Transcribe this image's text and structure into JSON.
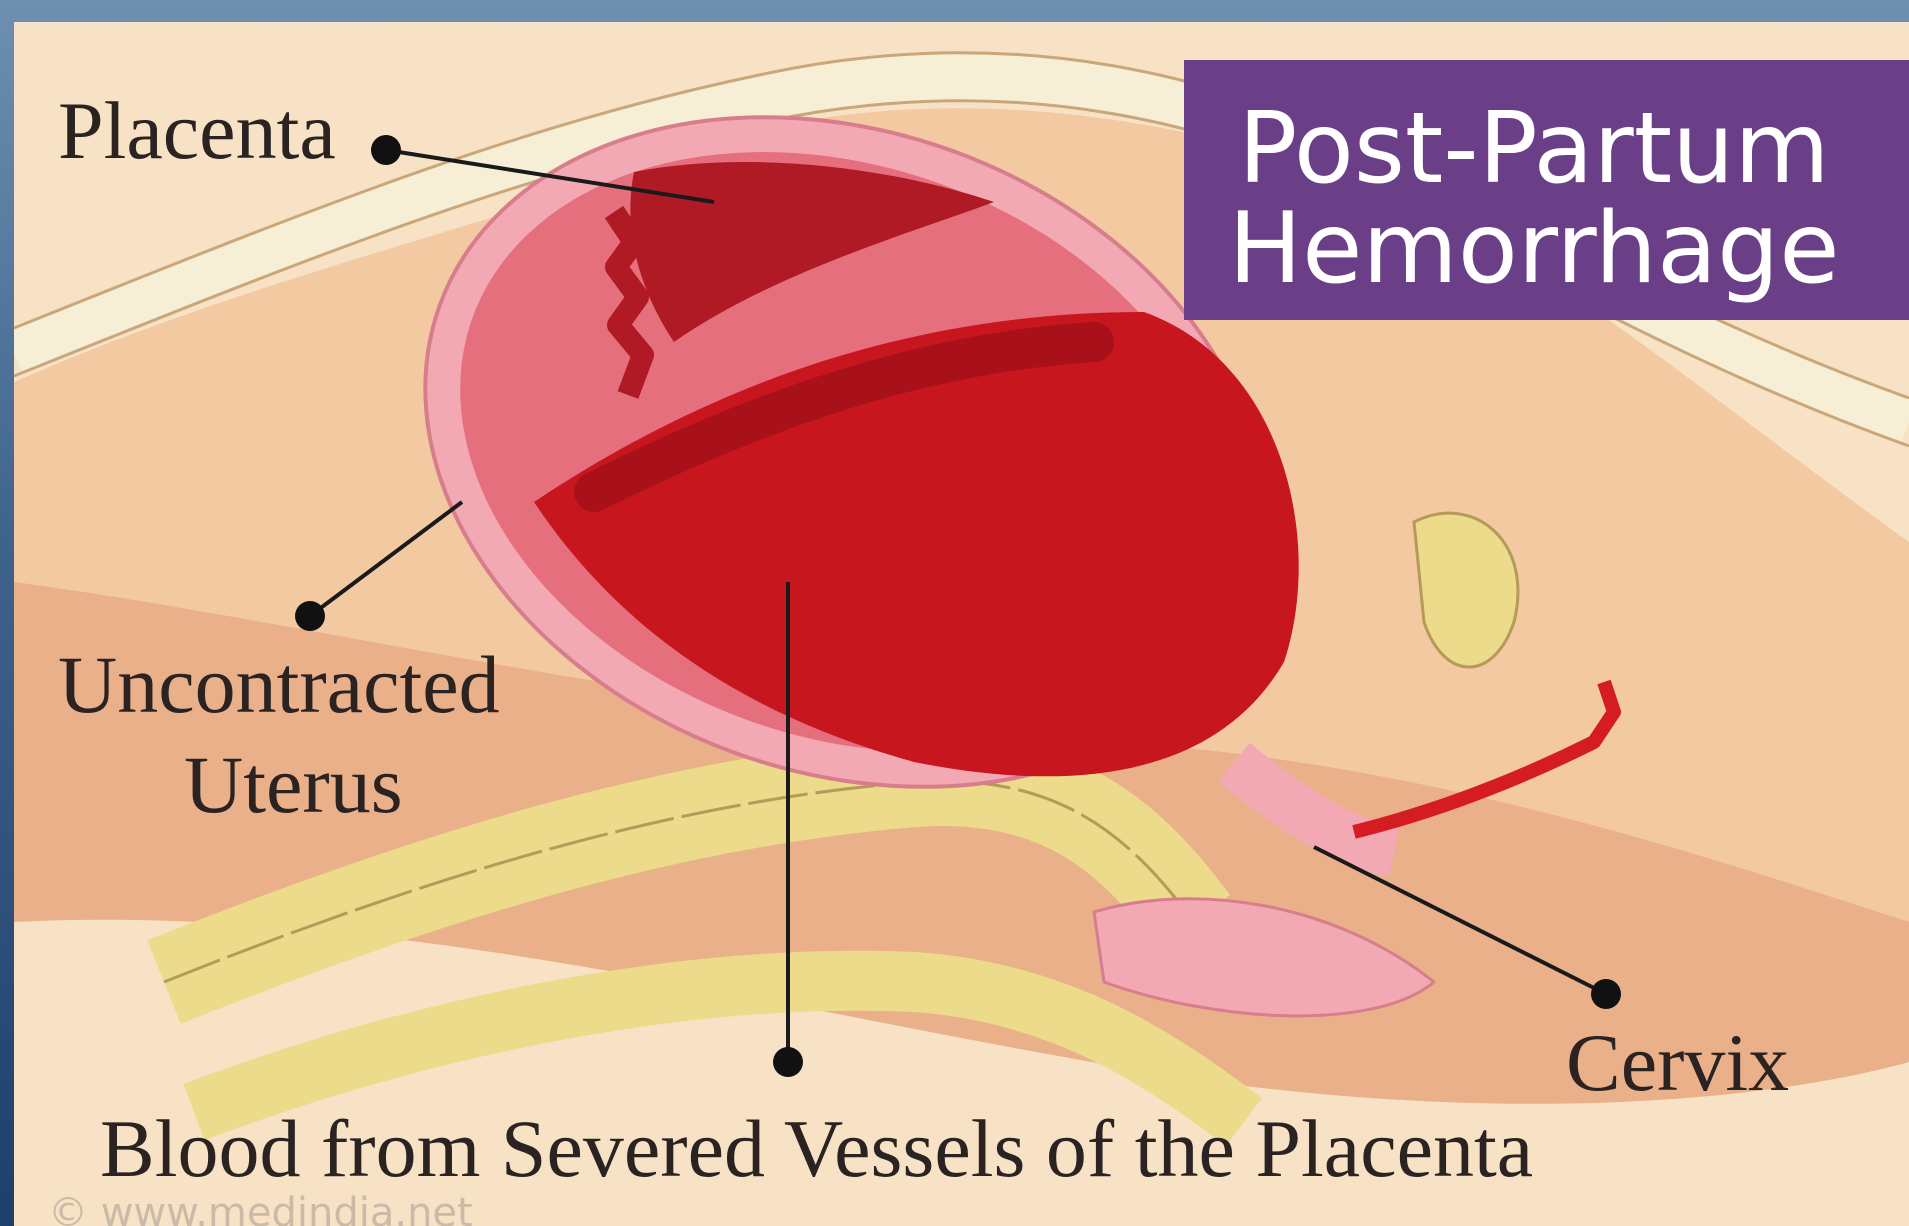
{
  "title": {
    "line1": "Post-Partum",
    "line2": "Hemorrhage"
  },
  "labels": {
    "placenta": "Placenta",
    "uterus_line1": "Uncontracted",
    "uterus_line2": "Uterus",
    "cervix": "Cervix",
    "blood": "Blood from Severed  Vessels of the Placenta"
  },
  "watermark": "© www.medindia.net",
  "colors": {
    "title_background": "#6b3f87",
    "blood": "#c8161e",
    "uterus_wall": "#f3a9b4",
    "skin": "#f8e2c6"
  }
}
